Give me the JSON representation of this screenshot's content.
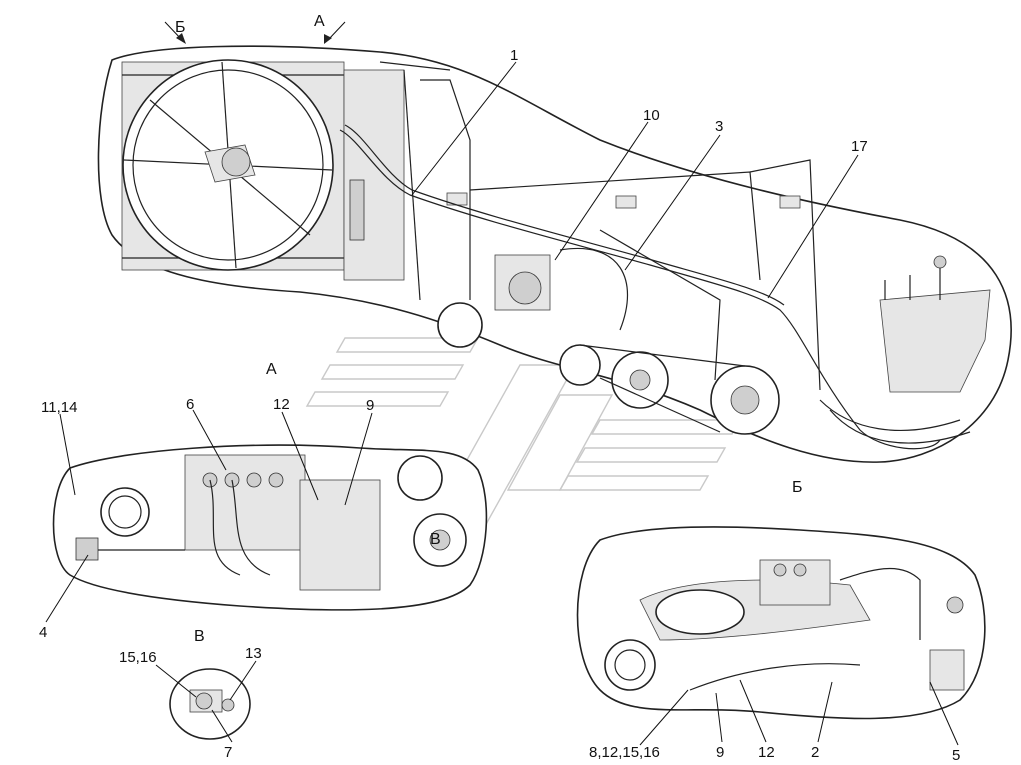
{
  "views": {
    "a": "А",
    "b": "Б",
    "v": "В",
    "v_inset": "В"
  },
  "callouts": {
    "c1": "1",
    "c10": "10",
    "c3": "3",
    "c17": "17",
    "c11_14": "11,14",
    "c6": "6",
    "c12_a": "12",
    "c9_a": "9",
    "c4": "4",
    "c15_16": "15,16",
    "c13": "13",
    "c7": "7",
    "c8_12_15_16": "8,12,15,16",
    "c9_b": "9",
    "c12_b": "12",
    "c2": "2",
    "c5": "5"
  }
}
